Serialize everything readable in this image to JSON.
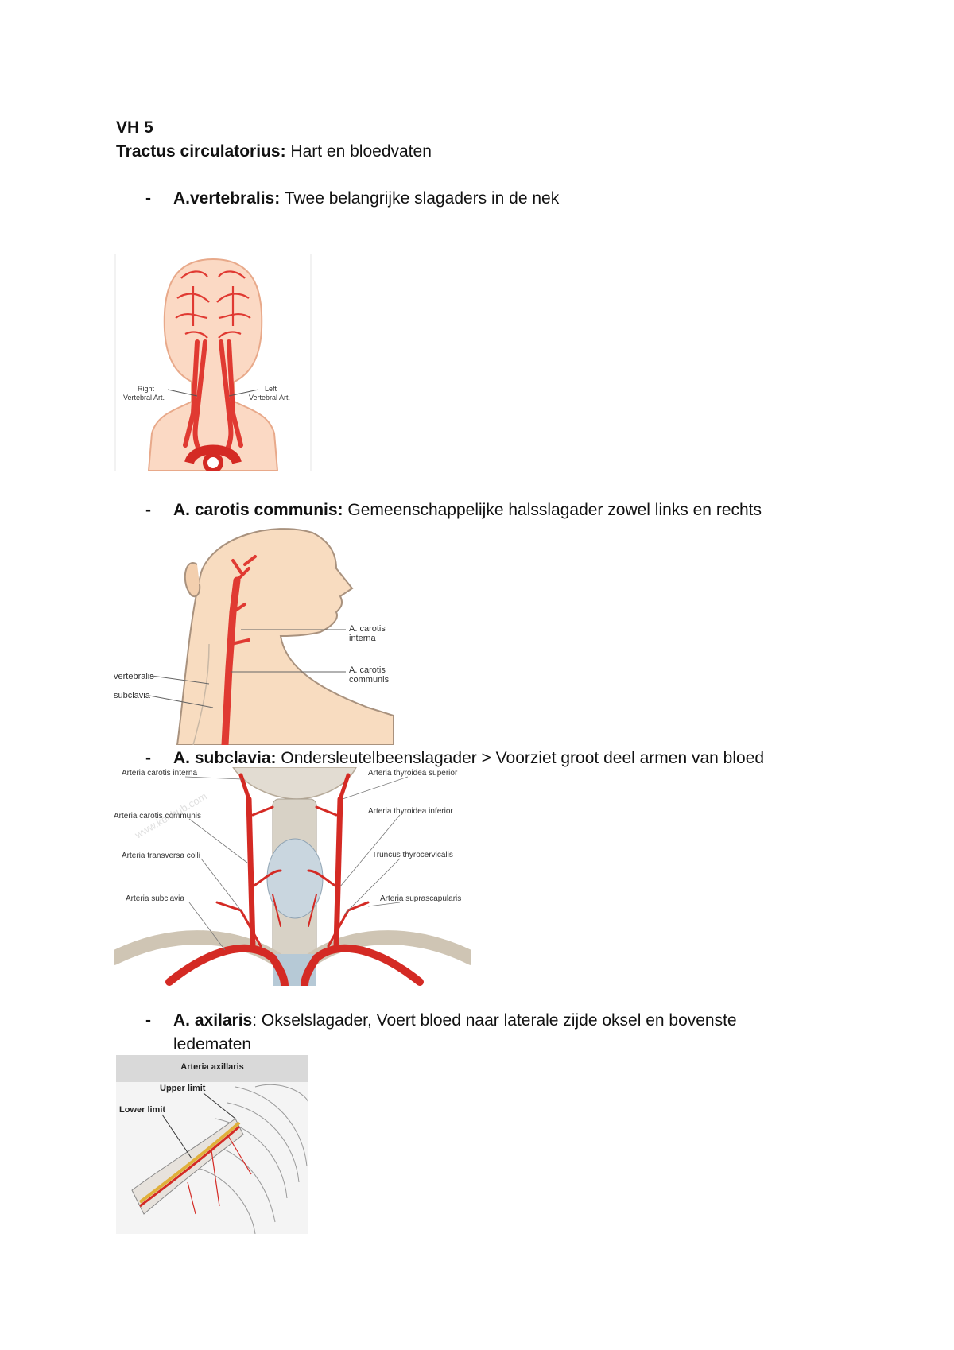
{
  "doc": {
    "heading": "VH 5",
    "subtitle_bold": "Tractus circulatorius:",
    "subtitle_rest": " Hart en bloedvaten"
  },
  "items": [
    {
      "bullet": "-",
      "term": "A.vertebralis:",
      "desc": " Twee belangrijke slagaders in de nek"
    },
    {
      "bullet": "-",
      "term": "A. carotis communis:",
      "desc": " Gemeenschappelijke halsslagader zowel links en rechts"
    },
    {
      "bullet": "-",
      "term": "A. subclavia:",
      "desc": " Ondersleutelbeenslagader > Voorziet groot deel armen van bloed"
    },
    {
      "bullet": "-",
      "term": "A. axilaris",
      "desc": ": Okselslagader, Voert bloed naar laterale zijde oksel en bovenste",
      "desc2": "ledematen"
    }
  ],
  "figures": {
    "vertebral": {
      "right_label_1": "Right",
      "right_label_2": "Vertebral Art.",
      "left_label_1": "Left",
      "left_label_2": "Vertebral Art."
    },
    "carotis": {
      "label_interna_1": "A. carotis",
      "label_interna_2": "interna",
      "label_communis_1": "A. carotis",
      "label_communis_2": "communis",
      "label_vertebralis": "vertebralis",
      "label_subclavia": "subclavia"
    },
    "subclavia": {
      "l1": "Arteria carotis interna",
      "l2": "Arteria carotis communis",
      "l3": "Arteria transversa colli",
      "l4": "Arteria subclavia",
      "r1": "Arteria thyroidea superior",
      "r2": "Arteria thyroidea inferior",
      "r3": "Truncus thyrocervicalis",
      "r4": "Arteria suprascapularis",
      "watermark": "www.kenhub.com"
    },
    "axillaris": {
      "title": "Arteria axillaris",
      "upper": "Upper limit",
      "lower": "Lower limit"
    }
  }
}
